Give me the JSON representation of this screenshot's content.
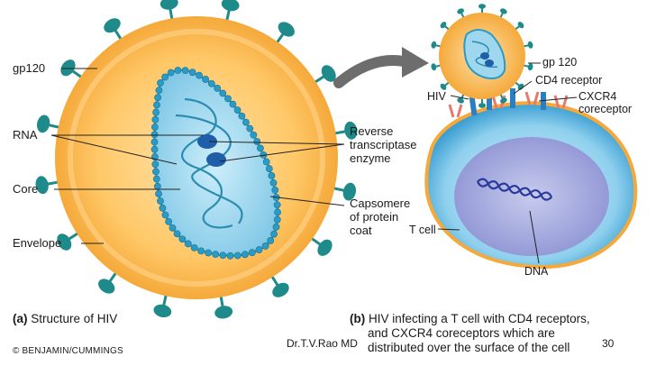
{
  "labels_a": {
    "gp120": "gp120",
    "rna": "RNA",
    "core": "Core",
    "envelope": "Envelope",
    "reverse_transcriptase": [
      "Reverse",
      "transcriptase",
      "enzyme"
    ],
    "capsomere": [
      "Capsomere",
      "of protein",
      "coat"
    ]
  },
  "labels_b": {
    "gp120": "gp 120",
    "cd4": "CD4 receptor",
    "cxcr4": [
      "CXCR4",
      "coreceptor"
    ],
    "hiv": "HIV",
    "tcell": "T cell",
    "dna": "DNA"
  },
  "caption_a": {
    "letter": "(a)",
    "text": "Structure of HIV"
  },
  "caption_b": {
    "letter": "(b)",
    "lines": [
      "HIV infecting a T cell with CD4 receptors,",
      "and CXCR4 coreceptors which are",
      "distributed over the surface of the cell"
    ]
  },
  "credit": "© BENJAMIN/CUMMINGS",
  "author": "Dr.T.V.Rao MD",
  "page_number": "30",
  "colors": {
    "envelope": "#f5a93a",
    "envelope_inner": "#ffd89a",
    "spike": "#1e8a8a",
    "capsid": "#9fd7ef",
    "capsid_bead": "#2a9bc4",
    "tcell_outer": "#7ec8ea",
    "tcell_nucleus": "#9aa0d8",
    "dna": "#2a3a9a"
  }
}
